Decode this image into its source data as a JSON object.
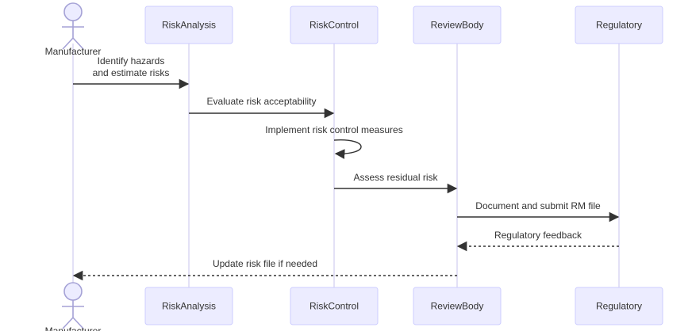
{
  "participants": [
    {
      "id": "manufacturer",
      "label": "Manufacturer",
      "kind": "actor"
    },
    {
      "id": "riskanalysis",
      "label": "RiskAnalysis",
      "kind": "box"
    },
    {
      "id": "riskcontrol",
      "label": "RiskControl",
      "kind": "box"
    },
    {
      "id": "reviewbody",
      "label": "ReviewBody",
      "kind": "box"
    },
    {
      "id": "regulatory",
      "label": "Regulatory",
      "kind": "box"
    }
  ],
  "messages": [
    {
      "from": "manufacturer",
      "to": "riskanalysis",
      "lines": [
        "Identify hazards",
        "and estimate risks"
      ],
      "style": "solid"
    },
    {
      "from": "riskanalysis",
      "to": "riskcontrol",
      "lines": [
        "Evaluate risk acceptability"
      ],
      "style": "solid"
    },
    {
      "from": "riskcontrol",
      "to": "riskcontrol",
      "lines": [
        "Implement risk control measures"
      ],
      "style": "solid"
    },
    {
      "from": "riskcontrol",
      "to": "reviewbody",
      "lines": [
        "Assess residual risk"
      ],
      "style": "solid"
    },
    {
      "from": "reviewbody",
      "to": "regulatory",
      "lines": [
        "Document and submit RM file"
      ],
      "style": "solid"
    },
    {
      "from": "regulatory",
      "to": "reviewbody",
      "lines": [
        "Regulatory feedback"
      ],
      "style": "dashed"
    },
    {
      "from": "reviewbody",
      "to": "manufacturer",
      "lines": [
        "Update risk file if needed"
      ],
      "style": "dashed"
    }
  ],
  "colors": {
    "box_fill": "#ececff",
    "box_stroke": "#ccccff",
    "lifeline": "#d0cdf0",
    "text": "#333333",
    "arrow": "#333333"
  }
}
